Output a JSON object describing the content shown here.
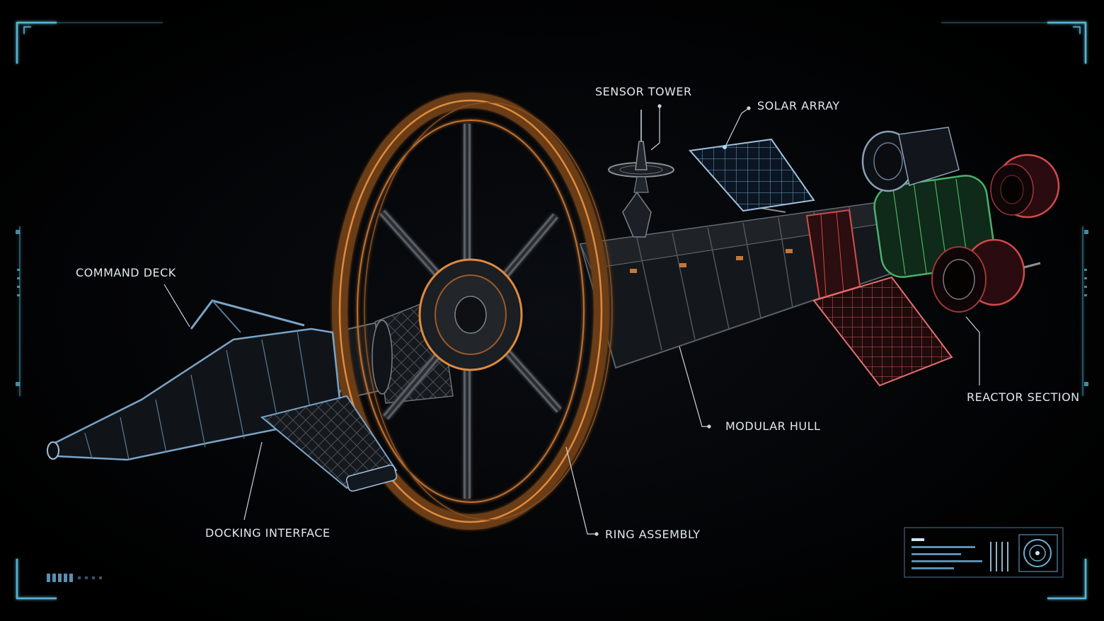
{
  "labels": {
    "sensor_tower": "SENSOR TOWER",
    "solar_array": "SOLAR ARRAY",
    "command_deck": "COMMAND DECK",
    "reactor_section": "REACTOR SECTION",
    "modular_hull": "MODULAR HULL",
    "docking_interface": "DOCKING INTERFACE",
    "ring_assembly": "RING ASSEMBLY"
  },
  "colors": {
    "background": "#000000",
    "hud_accent": "#5ab4d6",
    "callout_line": "#c8d6de",
    "ring_orange": "#e08a3c",
    "reactor_red": "#d24a4a",
    "reactor_green": "#4caf6e",
    "hull_blue": "#6a90b8"
  }
}
